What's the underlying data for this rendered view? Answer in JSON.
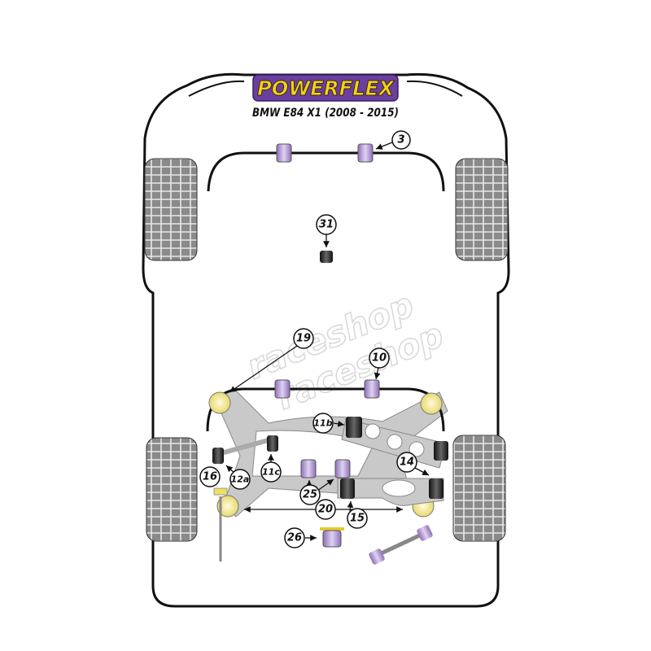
{
  "brand": {
    "logo": "POWERFLEX",
    "subtitle": "BMW E84 X1 (2008 - 2015)"
  },
  "watermark": [
    "raceshop",
    "raceshop"
  ],
  "colors": {
    "purple": "#b79bd8",
    "yellow": "#f3e79a",
    "black_bush": "#2b2b2b",
    "subframe": "#c9c9c9",
    "logo_bg": "#6b3fa0",
    "logo_text": "#f2d21b"
  },
  "callouts": [
    "3",
    "31",
    "19",
    "10",
    "11b",
    "11c",
    "12a",
    "16",
    "14",
    "25",
    "20",
    "15",
    "26"
  ]
}
